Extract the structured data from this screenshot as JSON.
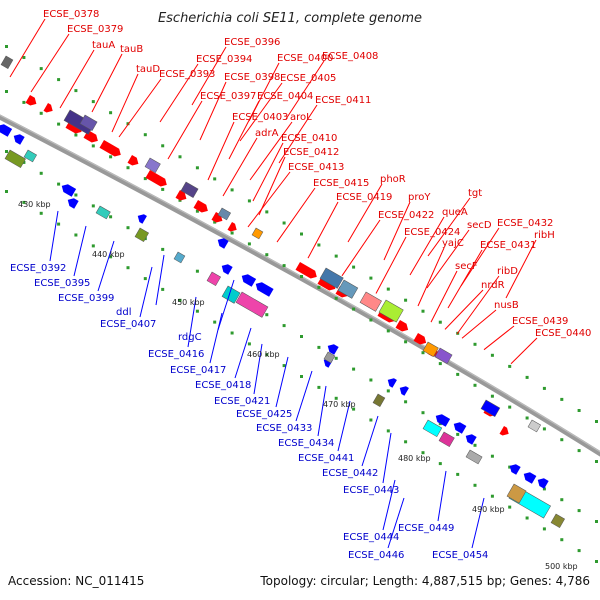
{
  "title": "Escherichia coli SE11, complete genome",
  "footer": {
    "accession": "Accession: NC_011415",
    "summary": "Topology: circular; Length: 4,887,515 bp; Genes: 4,786"
  },
  "colors": {
    "forward": "#ff0000",
    "reverse": "#0000ff",
    "backbone": "#999999",
    "forward_label": "#e00000",
    "reverse_label": "#0000cc",
    "tick": "#2e9a2e"
  },
  "scale_labels": [
    "430 kbp",
    "440 kbp",
    "450 kbp",
    "460 kbp",
    "470 kbp",
    "480 kbp",
    "490 kbp",
    "500 kbp"
  ],
  "forward_labels": [
    "ECSE_0378",
    "ECSE_0379",
    "tauA",
    "tauB",
    "tauD",
    "ECSE_0393",
    "ECSE_0394",
    "ECSE_0396",
    "ECSE_0400",
    "ECSE_0398",
    "ECSE_0405",
    "ECSE_0408",
    "ECSE_0397",
    "ECSE_0404",
    "ECSE_0403",
    "aroL",
    "ECSE_0411",
    "adrA",
    "ECSE_0410",
    "ECSE_0412",
    "ECSE_0413",
    "ECSE_0415",
    "phoR",
    "ECSE_0419",
    "proY",
    "tgt",
    "ECSE_0422",
    "queA",
    "ECSE_0424",
    "yajC",
    "secD",
    "ECSE_0432",
    "ECSE_0431",
    "ribH",
    "secF",
    "ribD",
    "nrdR",
    "nusB",
    "ECSE_0439",
    "ECSE_0440"
  ],
  "reverse_labels": [
    "ECSE_0392",
    "ECSE_0395",
    "ECSE_0399",
    "ddl",
    "ECSE_0407",
    "rdgC",
    "ECSE_0416",
    "ECSE_0417",
    "ECSE_0418",
    "ECSE_0421",
    "ECSE_0425",
    "ECSE_0433",
    "ECSE_0434",
    "ECSE_0441",
    "ECSE_0442",
    "ECSE_0443",
    "ECSE_0444",
    "ECSE_0446",
    "ECSE_0449",
    "ECSE_0454"
  ]
}
